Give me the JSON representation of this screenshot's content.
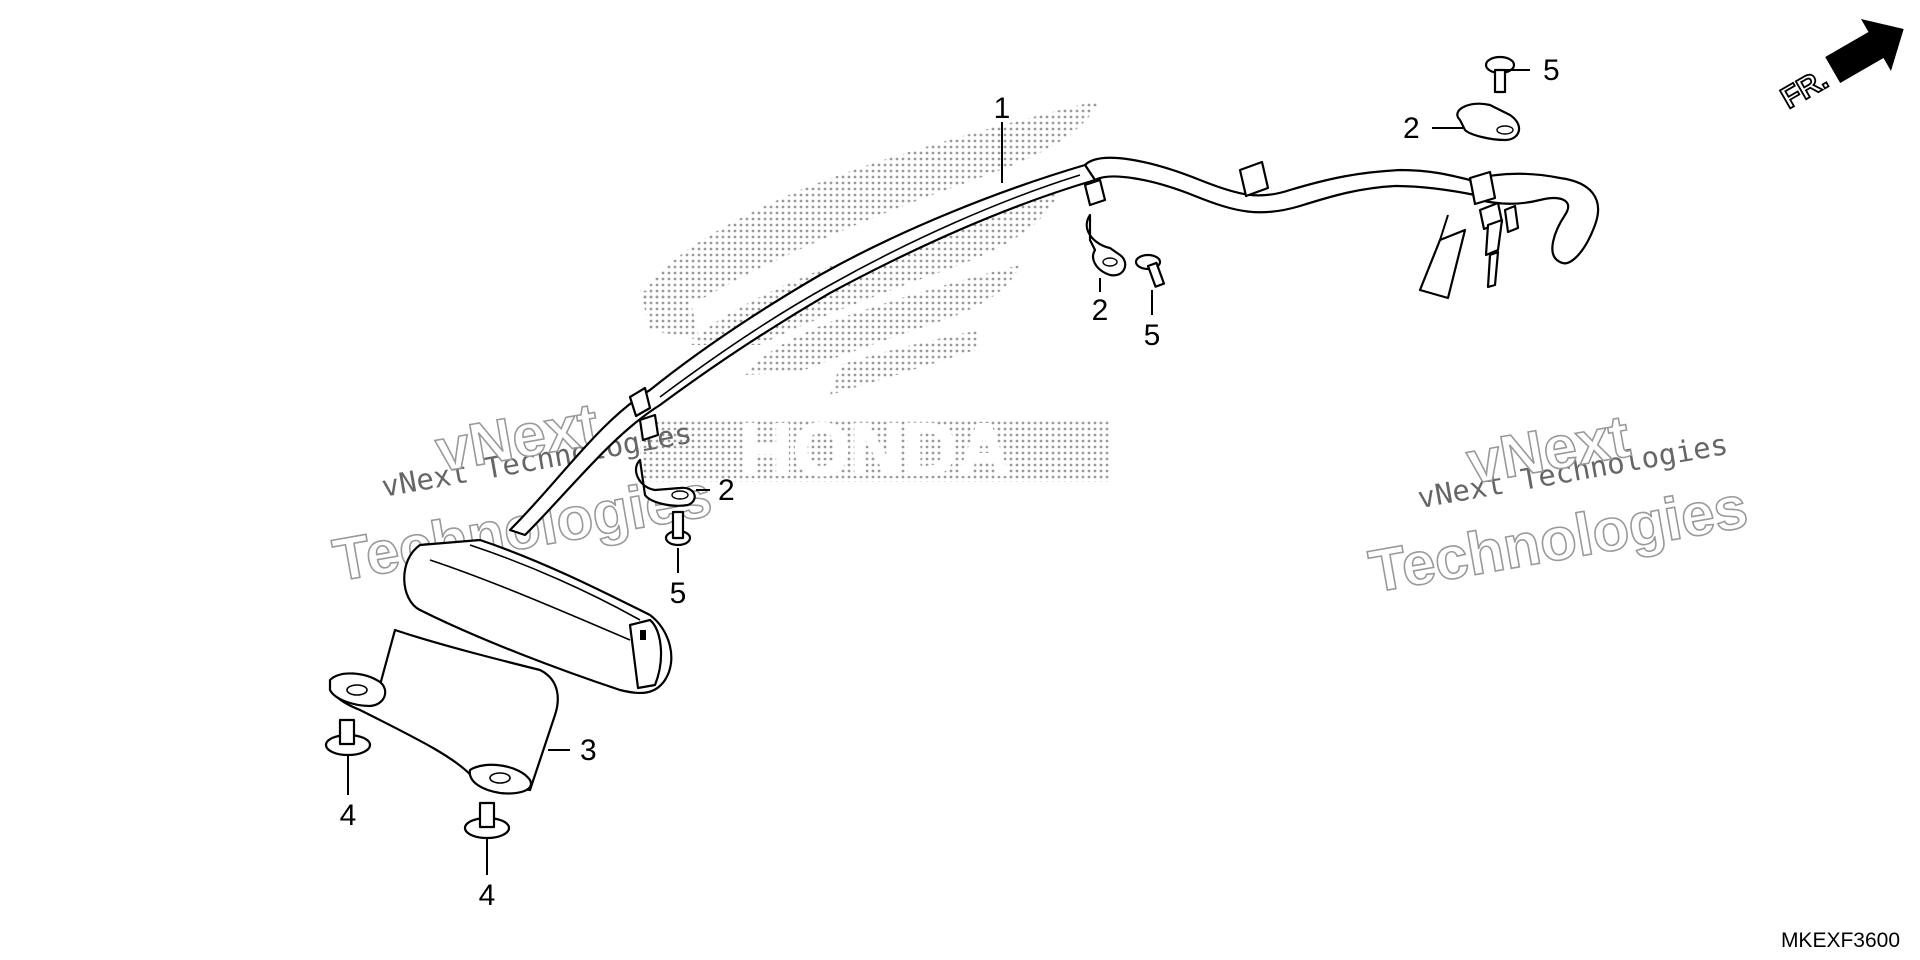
{
  "diagram": {
    "code": "MKEXF3600",
    "direction_label": "FR.",
    "logo_text": "HONDA",
    "watermarks": [
      {
        "line1": "vNext Technologies",
        "line2a": "vNext",
        "line2b": "Technologies"
      },
      {
        "line1": "vNext Technologies",
        "line2a": "vNext",
        "line2b": "Technologies"
      }
    ],
    "callouts": [
      "1",
      "2",
      "2",
      "2",
      "3",
      "4",
      "4",
      "5",
      "5",
      "5"
    ]
  }
}
